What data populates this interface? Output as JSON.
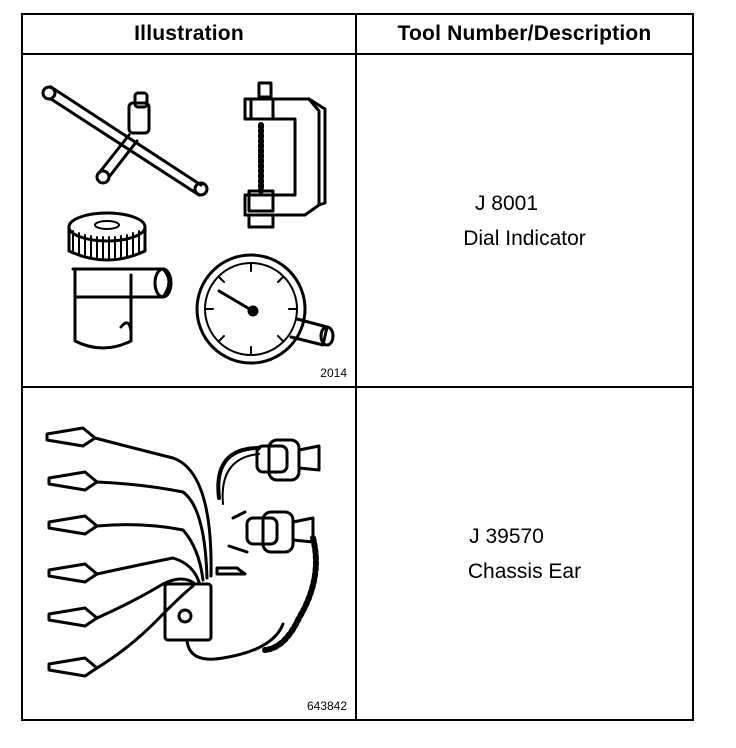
{
  "table": {
    "headers": [
      "Illustration",
      "Tool Number/Description"
    ],
    "rows": [
      {
        "tool_number": "J 8001",
        "description": "Dial Indicator",
        "figure_number": "2014",
        "illustration_icon": "dial-indicator-set-drawing"
      },
      {
        "tool_number": "J 39570",
        "description": "Chassis Ear",
        "figure_number": "643842",
        "illustration_icon": "chassis-ear-clamps-drawing"
      }
    ]
  }
}
